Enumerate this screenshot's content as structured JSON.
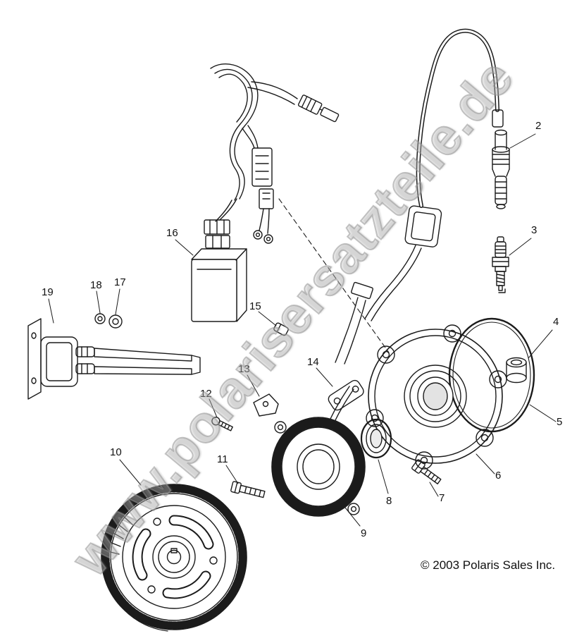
{
  "page": {
    "watermark": "www.polarisersatzteile.de",
    "copyright": "© 2003 Polaris Sales Inc."
  },
  "callouts": [
    {
      "label": "2"
    },
    {
      "label": "3"
    },
    {
      "label": "4"
    },
    {
      "label": "5"
    },
    {
      "label": "6"
    },
    {
      "label": "7"
    },
    {
      "label": "8"
    },
    {
      "label": "9"
    },
    {
      "label": "10"
    },
    {
      "label": "11"
    },
    {
      "label": "12"
    },
    {
      "label": "13"
    },
    {
      "label": "14"
    },
    {
      "label": "15"
    },
    {
      "label": "16"
    },
    {
      "label": "17"
    },
    {
      "label": "18"
    },
    {
      "label": "19"
    }
  ]
}
